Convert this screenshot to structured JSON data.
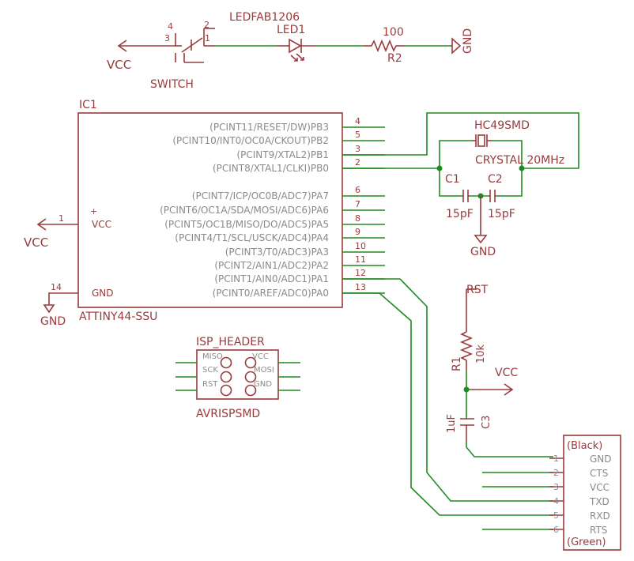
{
  "colors": {
    "symbol": "#9a3a3a",
    "wire": "#1e8c1e",
    "pin_text": "#8a8a8a",
    "background": "#ffffff"
  },
  "top": {
    "vcc": "VCC",
    "switch_pins": [
      "4",
      "3",
      "2",
      "1"
    ],
    "switch_name": "SWITCH",
    "led_pkg": "LEDFAB1206",
    "led_name": "LED1",
    "r2_value": "100",
    "r2_name": "R2",
    "gnd": "GND"
  },
  "ic": {
    "name": "IC1",
    "part": "ATTINY44-SSU",
    "vcc_pin": "1",
    "vcc_label": "VCC",
    "vcc_net": "VCC",
    "plus": "+",
    "gnd_pin": "14",
    "gnd_label": "GND",
    "gnd_net": "GND",
    "pins": [
      {
        "label": "(PCINT11/RESET/DW)PB3",
        "num": "4"
      },
      {
        "label": "(PCINT10/INT0/OC0A/CKOUT)PB2",
        "num": "5"
      },
      {
        "label": "(PCINT9/XTAL2)PB1",
        "num": "3"
      },
      {
        "label": "(PCINT8/XTAL1/CLKI)PB0",
        "num": "2"
      },
      {
        "label": "(PCINT7/ICP/OC0B/ADC7)PA7",
        "num": "6"
      },
      {
        "label": "(PCINT6/OC1A/SDA/MOSI/ADC6)PA6",
        "num": "7"
      },
      {
        "label": "(PCINT5/OC1B/MISO/DO/ADC5)PA5",
        "num": "8"
      },
      {
        "label": "(PCINT4/T1/SCL/USCK/ADC4)PA4",
        "num": "9"
      },
      {
        "label": "(PCINT3/T0/ADC3)PA3",
        "num": "10"
      },
      {
        "label": "(PCINT2/AIN1/ADC2)PA2",
        "num": "11"
      },
      {
        "label": "(PCINT1/AIN0/ADC1)PA1",
        "num": "12"
      },
      {
        "label": "(PCINT0/AREF/ADC0)PA0",
        "num": "13"
      }
    ]
  },
  "crystal": {
    "pkg": "HC49SMD",
    "name": "CRYSTAL 20MHz",
    "c1": "C1",
    "c2": "C2",
    "c1_val": "15pF",
    "c2_val": "15pF",
    "gnd": "GND"
  },
  "isp": {
    "name": "ISP_HEADER",
    "part": "AVRISPSMD",
    "left": [
      "MISO",
      "SCK",
      "RST"
    ],
    "right": [
      "VCC",
      "MOSI",
      "GND"
    ]
  },
  "reset": {
    "net": "RST",
    "r_name": "R1",
    "r_val": "10k",
    "vcc": "VCC",
    "c_val": "1uF",
    "c_name": "C3"
  },
  "ftdi": {
    "top": "(Black)",
    "bottom": "(Green)",
    "pins": [
      {
        "num": "1",
        "label": "GND"
      },
      {
        "num": "2",
        "label": "CTS"
      },
      {
        "num": "3",
        "label": "VCC"
      },
      {
        "num": "4",
        "label": "TXD"
      },
      {
        "num": "5",
        "label": "RXD"
      },
      {
        "num": "6",
        "label": "RTS"
      }
    ]
  }
}
